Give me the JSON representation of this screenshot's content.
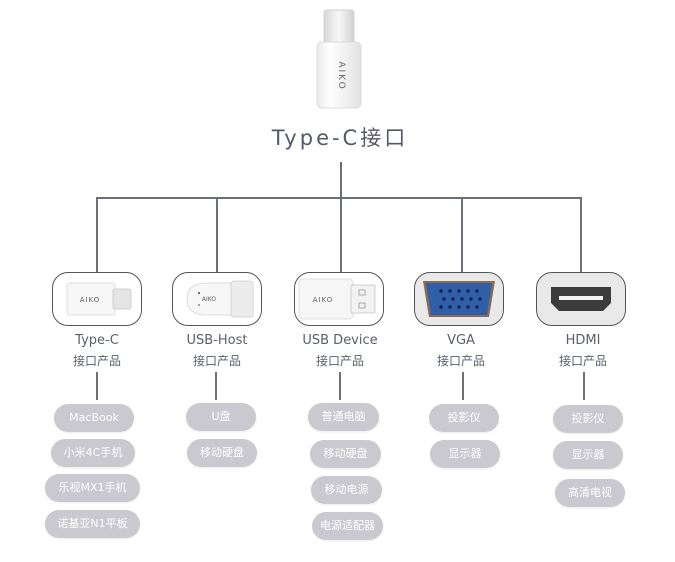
{
  "root": {
    "title": "Type-C接口",
    "device_label": "AIKO",
    "icon": "type-c-adapter-icon"
  },
  "colors": {
    "line": "#6b6f78",
    "pill": "#c9c9cf",
    "pill_text": "#ffffff",
    "vga_blue": "#2f5fa8"
  },
  "branches": [
    {
      "name": "Type-C",
      "sub": "接口产品",
      "icon": "type-c-adapter-icon",
      "device_label": "AIKO",
      "items": [
        "MacBook",
        "小米4C手机",
        "乐视MX1手机",
        "诺基亚N1平板"
      ]
    },
    {
      "name": "USB-Host",
      "sub": "接口产品",
      "icon": "usb-host-adapter-icon",
      "device_label": "AIKO",
      "items": [
        "U盘",
        "移动硬盘"
      ]
    },
    {
      "name": "USB Device",
      "sub": "接口产品",
      "icon": "usb-device-adapter-icon",
      "device_label": "AIKO",
      "items": [
        "普通电脑",
        "移动硬盘",
        "移动电源",
        "电源适配器"
      ]
    },
    {
      "name": "VGA",
      "sub": "接口产品",
      "icon": "vga-port-icon",
      "items": [
        "投影仪",
        "显示器"
      ]
    },
    {
      "name": "HDMI",
      "sub": "接口产品",
      "icon": "hdmi-port-icon",
      "items": [
        "投影仪",
        "显示器",
        "高清电视"
      ]
    }
  ]
}
